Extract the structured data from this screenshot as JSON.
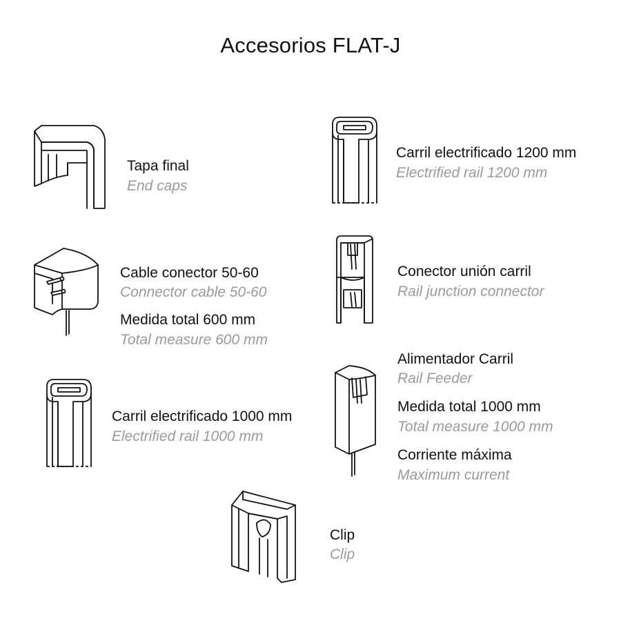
{
  "title": "Accesorios FLAT-J",
  "items": {
    "end_caps": {
      "es": "Tapa final",
      "en": "End caps",
      "icon": "end-cap-icon"
    },
    "rail_1200": {
      "es": "Carril electrificado 1200 mm",
      "en": "Electrified rail 1200 mm",
      "icon": "rail-1200-icon"
    },
    "connector_cable": {
      "es": "Cable conector 50-60",
      "en": "Connector cable 50-60",
      "measure_es": "Medida total 600 mm",
      "measure_en": "Total measure 600 mm",
      "icon": "connector-cable-icon"
    },
    "rail_junction": {
      "es": "Conector unión carril",
      "en": "Rail junction connector",
      "icon": "rail-junction-icon"
    },
    "rail_feeder": {
      "es": "Alimentador Carril",
      "en": "Rail Feeder",
      "measure_es": "Medida total 1000 mm",
      "measure_en": "Total measure 1000 mm",
      "current_es": "Corriente máxima",
      "current_en": "Maximum current",
      "icon": "rail-feeder-icon"
    },
    "rail_1000": {
      "es": "Carril electrificado 1000 mm",
      "en": "Electrified rail 1000 mm",
      "icon": "rail-1000-icon"
    },
    "clip": {
      "es": "Clip",
      "en": "Clip",
      "icon": "clip-icon"
    }
  }
}
